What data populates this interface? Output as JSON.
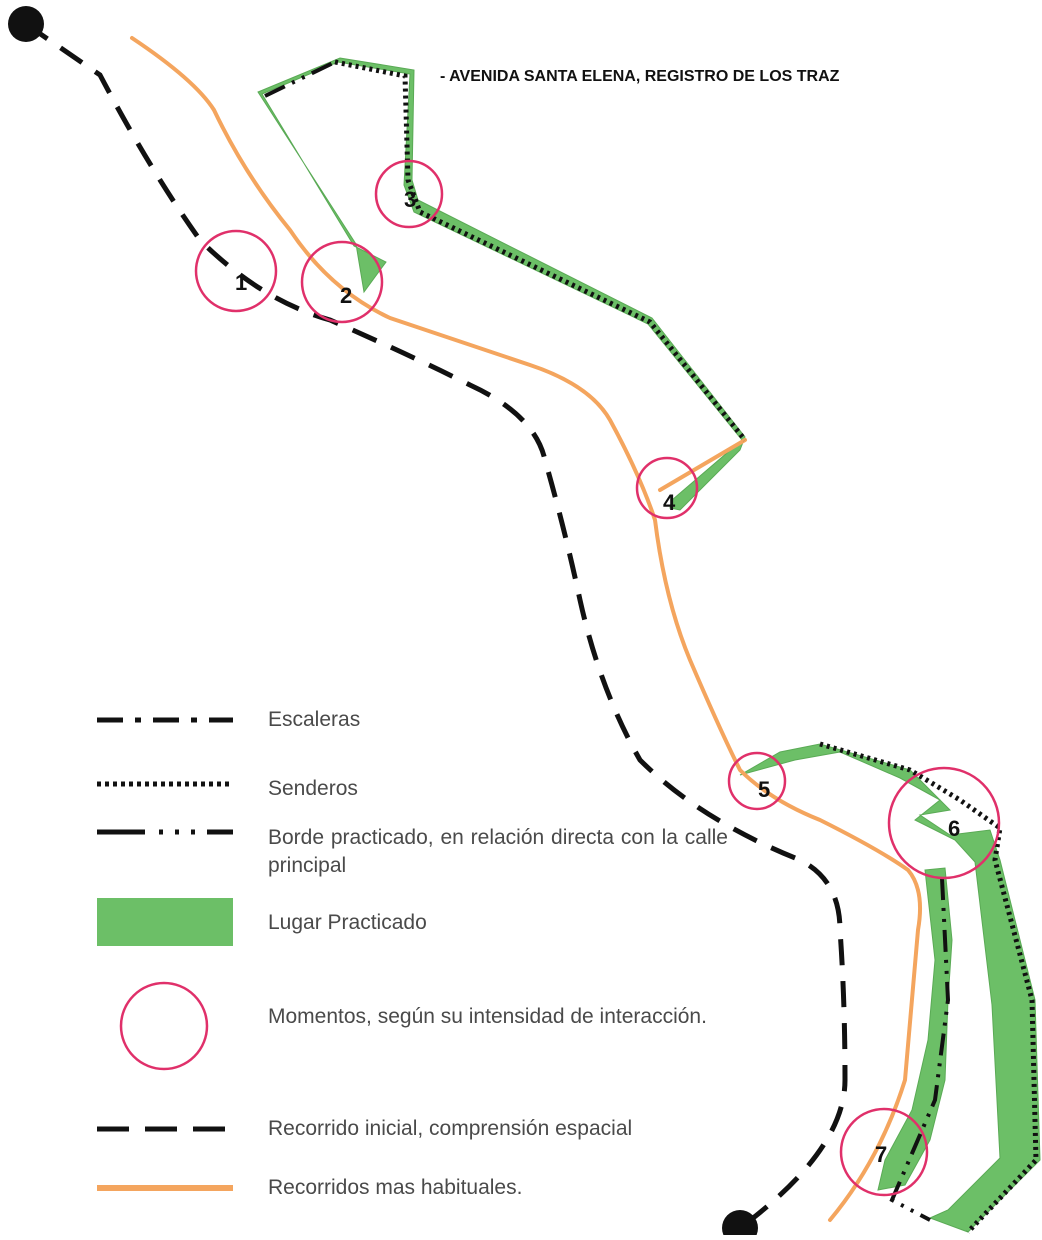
{
  "title": "- AVENIDA SANTA ELENA, REGISTRO DE LOS TRAZ",
  "moments": [
    "1",
    "2",
    "3",
    "4",
    "5",
    "6",
    "7"
  ],
  "legend": {
    "stairs": "Escaleras",
    "paths": "Senderos",
    "practiced_edge": "Borde practicado, en relación directa con la calle principal",
    "practiced_place": "Lugar Practicado",
    "moments": "Momentos, según su intensidad de interacción.",
    "initial_route": "Recorrido inicial, comprensión espacial",
    "usual_routes": "Recorridos mas habituales."
  },
  "colors": {
    "route_orange": "#f4a55e",
    "place_green": "#6cbf67",
    "moment_circle": "#e0306a",
    "line_black": "#111111"
  }
}
